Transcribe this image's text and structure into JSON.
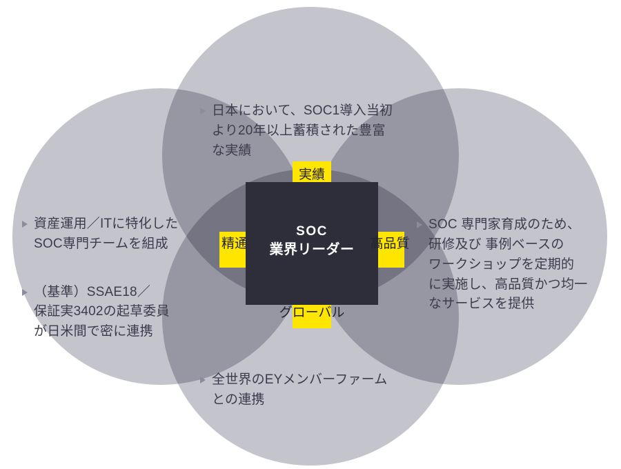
{
  "diagram": {
    "title": "SOC 業界リーダー",
    "colors": {
      "background": "#ffffff",
      "circle": "#c4c4cc",
      "circle_overlap": "#6f6f7c",
      "core_dark": "#2e2e3a",
      "accent_yellow": "#ffe600",
      "text_dark": "#3b3b4d",
      "text_light": "#ffffff",
      "bullet_marker": "#8b8b9a"
    },
    "center": {
      "line1": "SOC",
      "line2": "業界リーダー"
    },
    "wings": [
      {
        "key": "top",
        "label": "実績",
        "bullets": [
          "日本において、SOC1導入当初\nより20年以上蓄積された豊富\nな実績"
        ]
      },
      {
        "key": "left",
        "label": "精通",
        "bullets": [
          "資産運用／ITに特化した\nSOC専門チームを組成",
          "（基準）SSAE18／\n保証実3402の起草委員\nが日米間で密に連携"
        ]
      },
      {
        "key": "right",
        "label": "高品質",
        "bullets": [
          "SOC 専門家育成のため、\n研修及び 事例ベースの\nワークショップを定期的\nに実施し、高品質かつ均一\nなサービスを提供"
        ]
      },
      {
        "key": "bottom",
        "label": "グローバル",
        "bullets": [
          "全世界のEYメンバーファーム\nとの連携"
        ]
      }
    ]
  }
}
